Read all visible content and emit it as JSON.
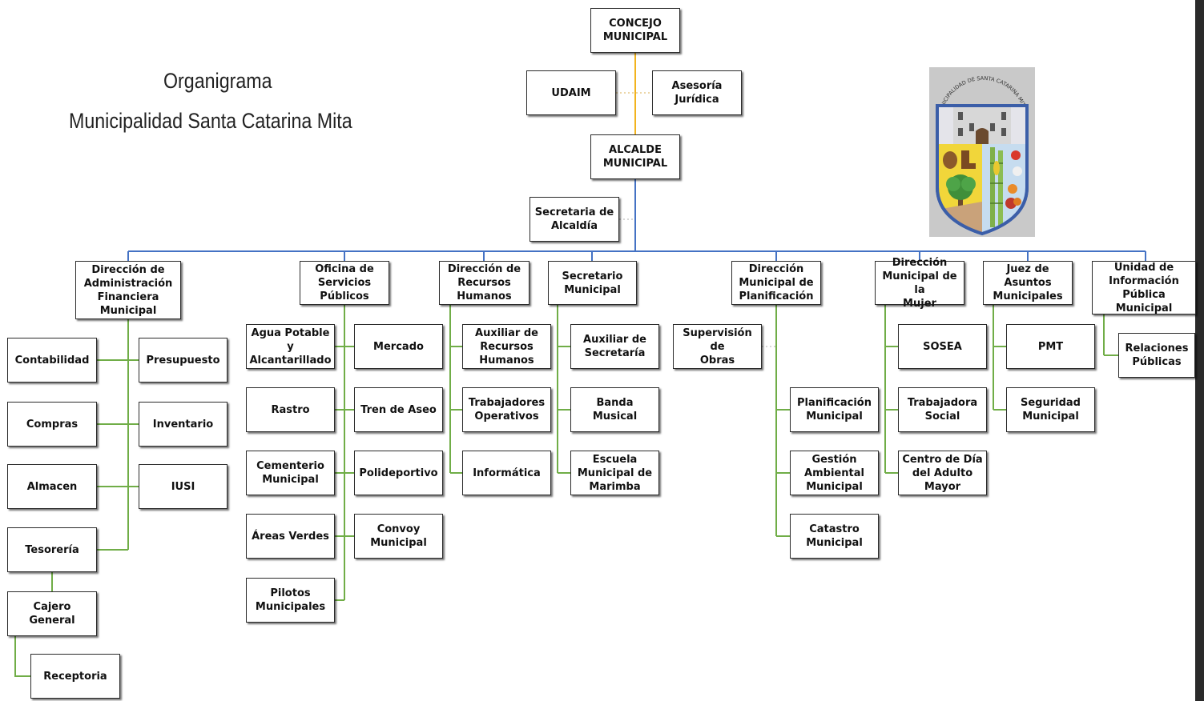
{
  "title": {
    "line1": "Organigrama",
    "line2": "Municipalidad Santa Catarina Mita"
  },
  "logo": {
    "arc_text": "MUNICIPALIDAD DE SANTA CATARINA MITA"
  },
  "colors": {
    "top_connector": "#f2b31e",
    "main_connector": "#4472c4",
    "branch_connector": "#70ad47",
    "dotted_connector": "#c9c9c9",
    "box_border": "#2b2b2b"
  },
  "nodes": {
    "concejo": "CONCEJO\nMUNICIPAL",
    "udaim": "UDAIM",
    "asesoria": "Asesoría\nJurídica",
    "alcalde": "ALCALDE\nMUNICIPAL",
    "secretaria_alcaldia": "Secretaria de\nAlcaldía",
    "dir_afm": "Dirección de\nAdministración\nFinanciera\nMunicipal",
    "contabilidad": "Contabilidad",
    "presupuesto": "Presupuesto",
    "compras": "Compras",
    "inventario": "Inventario",
    "almacen": "Almacen",
    "iusi": "IUSI",
    "tesoreria": "Tesorería",
    "cajero": "Cajero General",
    "receptoria": "Receptoria",
    "oficina_sp": "Oficina de\nServicios\nPúblicos",
    "agua": "Agua Potable y\nAlcantarillado",
    "mercado": "Mercado",
    "rastro": "Rastro",
    "tren_aseo": "Tren de Aseo",
    "cementerio": "Cementerio\nMunicipal",
    "polideportivo": "Polideportivo",
    "areas_verdes": "Áreas Verdes",
    "convoy": "Convoy\nMunicipal",
    "pilotos": "Pilotos\nMunicipales",
    "dir_rrhh": "Dirección de\nRecursos\nHumanos",
    "aux_rrhh": "Auxiliar de\nRecursos\nHumanos",
    "trabajadores": "Trabajadores\nOperativos",
    "informatica": "Informática",
    "secretario": "Secretario\nMunicipal",
    "aux_secretaria": "Auxiliar de\nSecretaría",
    "banda": "Banda Musical",
    "escuela": "Escuela\nMunicipal de\nMarimba",
    "dir_plan": "Dirección\nMunicipal de\nPlanificación",
    "supervision": "Supervisión de\nObras",
    "planificacion": "Planificación\nMunicipal",
    "gestion": "Gestión\nAmbiental\nMunicipal",
    "catastro": "Catastro\nMunicipal",
    "dir_mujer": "Dirección\nMunicipal de la\nMujer",
    "sosea": "SOSEA",
    "trabajadora": "Trabajadora\nSocial",
    "centro_dia": "Centro de Día\ndel Adulto\nMayor",
    "juez": "Juez de Asuntos\nMunicipales",
    "pmt": "PMT",
    "seguridad": "Seguridad\nMunicipal",
    "uaip": "Unidad de\nInformación\nPública Municipal",
    "relaciones": "Relaciones\nPúblicas"
  }
}
